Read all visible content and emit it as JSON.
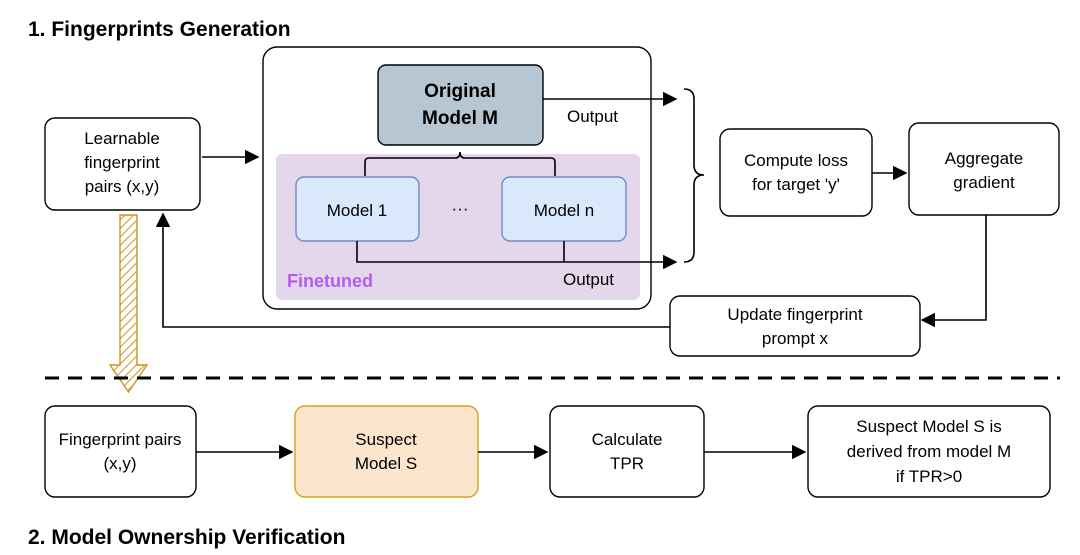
{
  "section1_title": "1. Fingerprints Generation",
  "section2_title": "2. Model Ownership Verification",
  "learnable_box": [
    "Learnable",
    "fingerprint",
    "pairs (x,y)"
  ],
  "original_model": [
    "Original",
    "Model M"
  ],
  "output_label_top": "Output",
  "output_label_bottom": "Output",
  "model_1": "Model 1",
  "ellipsis": "···",
  "model_n": "Model n",
  "finetuned_label": "Finetuned",
  "compute_loss": [
    "Compute loss",
    "for target 'y'"
  ],
  "aggregate": [
    "Aggregate",
    "gradient"
  ],
  "update_prompt": [
    "Update fingerprint",
    "prompt x"
  ],
  "fingerprint_pairs": [
    "Fingerprint pairs",
    "(x,y)"
  ],
  "suspect_model": [
    "Suspect",
    "Model S"
  ],
  "calculate_tpr": [
    "Calculate",
    "TPR"
  ],
  "conclusion": [
    "Suspect Model S is",
    "derived from model M",
    "if TPR>0"
  ],
  "colors": {
    "original_model_fill": "#b6c6d3",
    "finetuned_region": "#e4d6eb",
    "model_box_fill": "#dae8fc",
    "model_box_stroke": "#6c8ebf",
    "suspect_fill": "#fce5cd",
    "suspect_stroke": "#d6a21e",
    "finetuned_text": "#b45cf0",
    "hatched_arrow": "#c8961e"
  }
}
